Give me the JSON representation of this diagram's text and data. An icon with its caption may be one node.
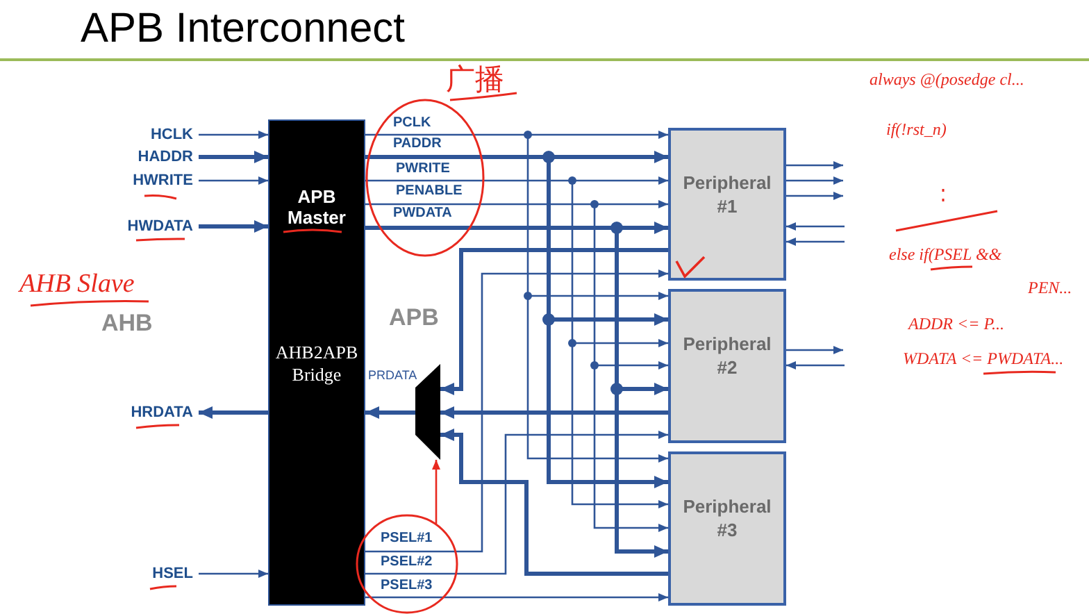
{
  "diagram": {
    "title": "APB Interconnect",
    "nodes": [
      {
        "text": [
          "APB Master",
          "AHB2APB Bridge"
        ]
      },
      {
        "text": [
          "Peripheral #1"
        ]
      },
      {
        "text": [
          "Peripheral #2"
        ]
      },
      {
        "text": [
          "Peripheral #3"
        ]
      },
      {
        "text": [],
        "shape": "trapezoid"
      },
      {
        "text": [
          "HCLK"
        ]
      },
      {
        "text": [
          "HADDR"
        ]
      },
      {
        "text": [
          "HWRITE"
        ]
      },
      {
        "text": [
          "HWDATA"
        ]
      },
      {
        "text": [
          "HRDATA"
        ]
      },
      {
        "text": [
          "HSEL"
        ]
      }
    ],
    "edges": [
      {
        "from": 5,
        "to": 0,
        "arrow": "to"
      },
      {
        "from": 6,
        "to": 0,
        "arrow": "to",
        "style": "thick"
      },
      {
        "from": 7,
        "to": 0,
        "arrow": "to"
      },
      {
        "from": 8,
        "to": 0,
        "arrow": "to",
        "style": "thick"
      },
      {
        "from": 0,
        "to": 9,
        "arrow": "to",
        "style": "thick"
      },
      {
        "from": 10,
        "to": 0,
        "arrow": "to"
      },
      {
        "from": 0,
        "to": 1,
        "arrow": "to",
        "label": "PCLK"
      },
      {
        "from": 0,
        "to": 2,
        "arrow": "to"
      },
      {
        "from": 0,
        "to": 3,
        "arrow": "to"
      },
      {
        "from": 0,
        "to": 1,
        "arrow": "to",
        "label": "PADDR",
        "style": "thick"
      },
      {
        "from": 0,
        "to": 2,
        "arrow": "to",
        "style": "thick"
      },
      {
        "from": 0,
        "to": 3,
        "arrow": "to",
        "style": "thick"
      },
      {
        "from": 0,
        "to": 1,
        "arrow": "to",
        "label": "PWRITE"
      },
      {
        "from": 0,
        "to": 2,
        "arrow": "to"
      },
      {
        "from": 0,
        "to": 3,
        "arrow": "to"
      },
      {
        "from": 0,
        "to": 1,
        "arrow": "to",
        "label": "PENABLE"
      },
      {
        "from": 0,
        "to": 2,
        "arrow": "to"
      },
      {
        "from": 0,
        "to": 3,
        "arrow": "to"
      },
      {
        "from": 0,
        "to": 1,
        "arrow": "to",
        "label": "PWDATA",
        "style": "thick"
      },
      {
        "from": 0,
        "to": 2,
        "arrow": "to",
        "style": "thick"
      },
      {
        "from": 0,
        "to": 3,
        "arrow": "to",
        "style": "thick"
      },
      {
        "from": 0,
        "to": 1,
        "arrow": "to",
        "label": "PSEL#1"
      },
      {
        "from": 0,
        "to": 2,
        "arrow": "to",
        "label": "PSEL#2"
      },
      {
        "from": 0,
        "to": 3,
        "arrow": "to",
        "label": "PSEL#3"
      },
      {
        "from": 1,
        "to": 4,
        "arrow": "to",
        "style": "thick"
      },
      {
        "from": 2,
        "to": 4,
        "arrow": "to",
        "style": "thick"
      },
      {
        "from": 3,
        "to": 4,
        "arrow": "to",
        "style": "thick"
      },
      {
        "from": 4,
        "to": 0,
        "arrow": "to",
        "style": "thick",
        "label": "PRDATA"
      },
      {
        "from": 1,
        "to": null,
        "arrow": "to"
      },
      {
        "from": 1,
        "to": null,
        "arrow": "to"
      },
      {
        "from": 1,
        "to": null,
        "arrow": "to"
      },
      {
        "from": null,
        "to": 1,
        "arrow": "to"
      },
      {
        "from": null,
        "to": 1,
        "arrow": "to"
      },
      {
        "from": 2,
        "to": null,
        "arrow": "to"
      },
      {
        "from": null,
        "to": 2,
        "arrow": "to"
      },
      {
        "from": null,
        "to": 4,
        "arrow": "to",
        "color": "#e8291f"
      }
    ],
    "labels": [
      "广播",
      "AHB Slave",
      "AHB",
      "APB",
      "always @(posedge cl...",
      "if(!rst_n)",
      "else if(PSEL &&",
      "PEN...",
      "ADDR <= P...",
      "WDATA <= PWDATA..."
    ]
  }
}
